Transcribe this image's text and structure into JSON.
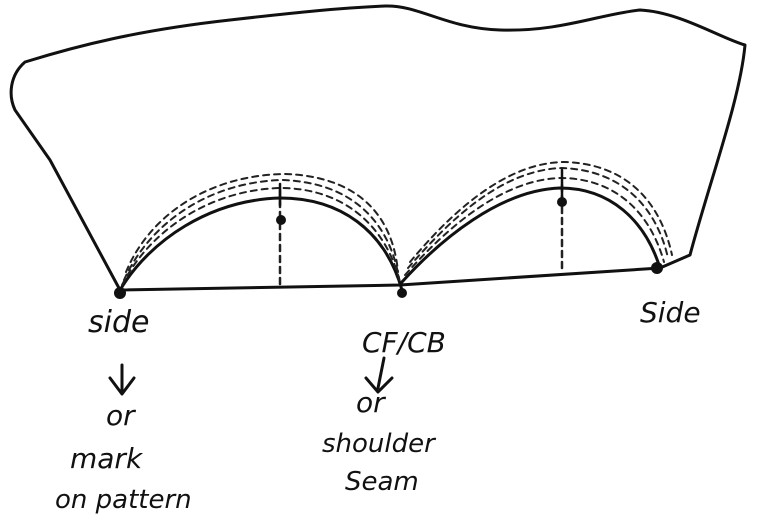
{
  "labels": {
    "left_side": "side",
    "center": "CF/CB",
    "right_side": "Side",
    "left_note_line1": "or",
    "left_note_line2": "mark",
    "left_note_line3": "on pattern",
    "center_note_line1": "or",
    "center_note_line2": "shoulder",
    "center_note_line3": "Seam"
  }
}
